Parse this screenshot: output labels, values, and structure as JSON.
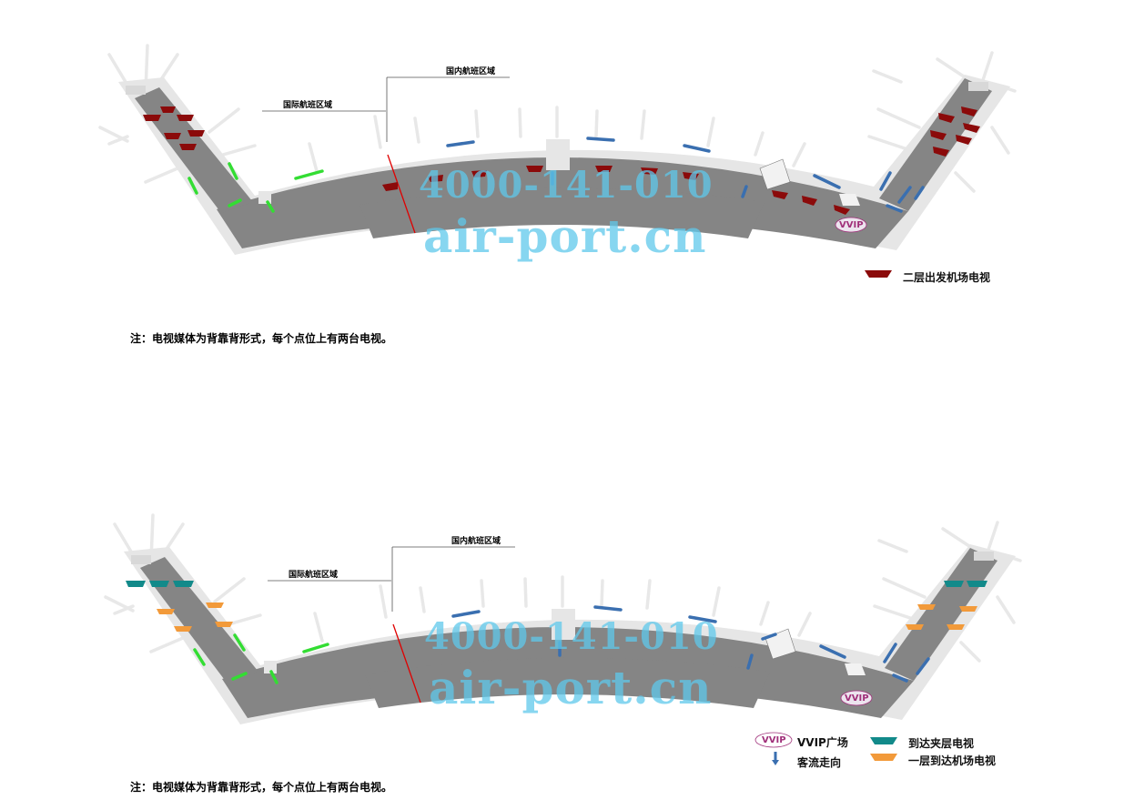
{
  "labels": {
    "international": "国际航班区域",
    "domestic": "国内航班区域"
  },
  "watermark": {
    "phone": "4000-141-010",
    "site": "air-port.cn"
  },
  "vvip_badge": "VVIP",
  "note": "注：电视媒体为背靠背形式，每个点位上有两台电视。",
  "legend_top": {
    "departure_tv": "二层出发机场电视"
  },
  "legend_bottom": {
    "vvip_plaza": "VVIP广场",
    "passenger_flow": "客流走向",
    "mezzanine_tv": "到达夹层电视",
    "first_floor_tv": "一层到达机场电视"
  },
  "colors": {
    "floor": "#858585",
    "walkway": "#e6e6e6",
    "gate_line": "#e8e8e8",
    "departure_tv": "#8b0a0a",
    "mezzanine_tv": "#128a8a",
    "first_floor_tv": "#f29a3a",
    "arrow_blue": "#3a6fb0",
    "arrow_green": "#33dd33",
    "vvip_text": "#a0307a",
    "divider": "#e00000"
  }
}
